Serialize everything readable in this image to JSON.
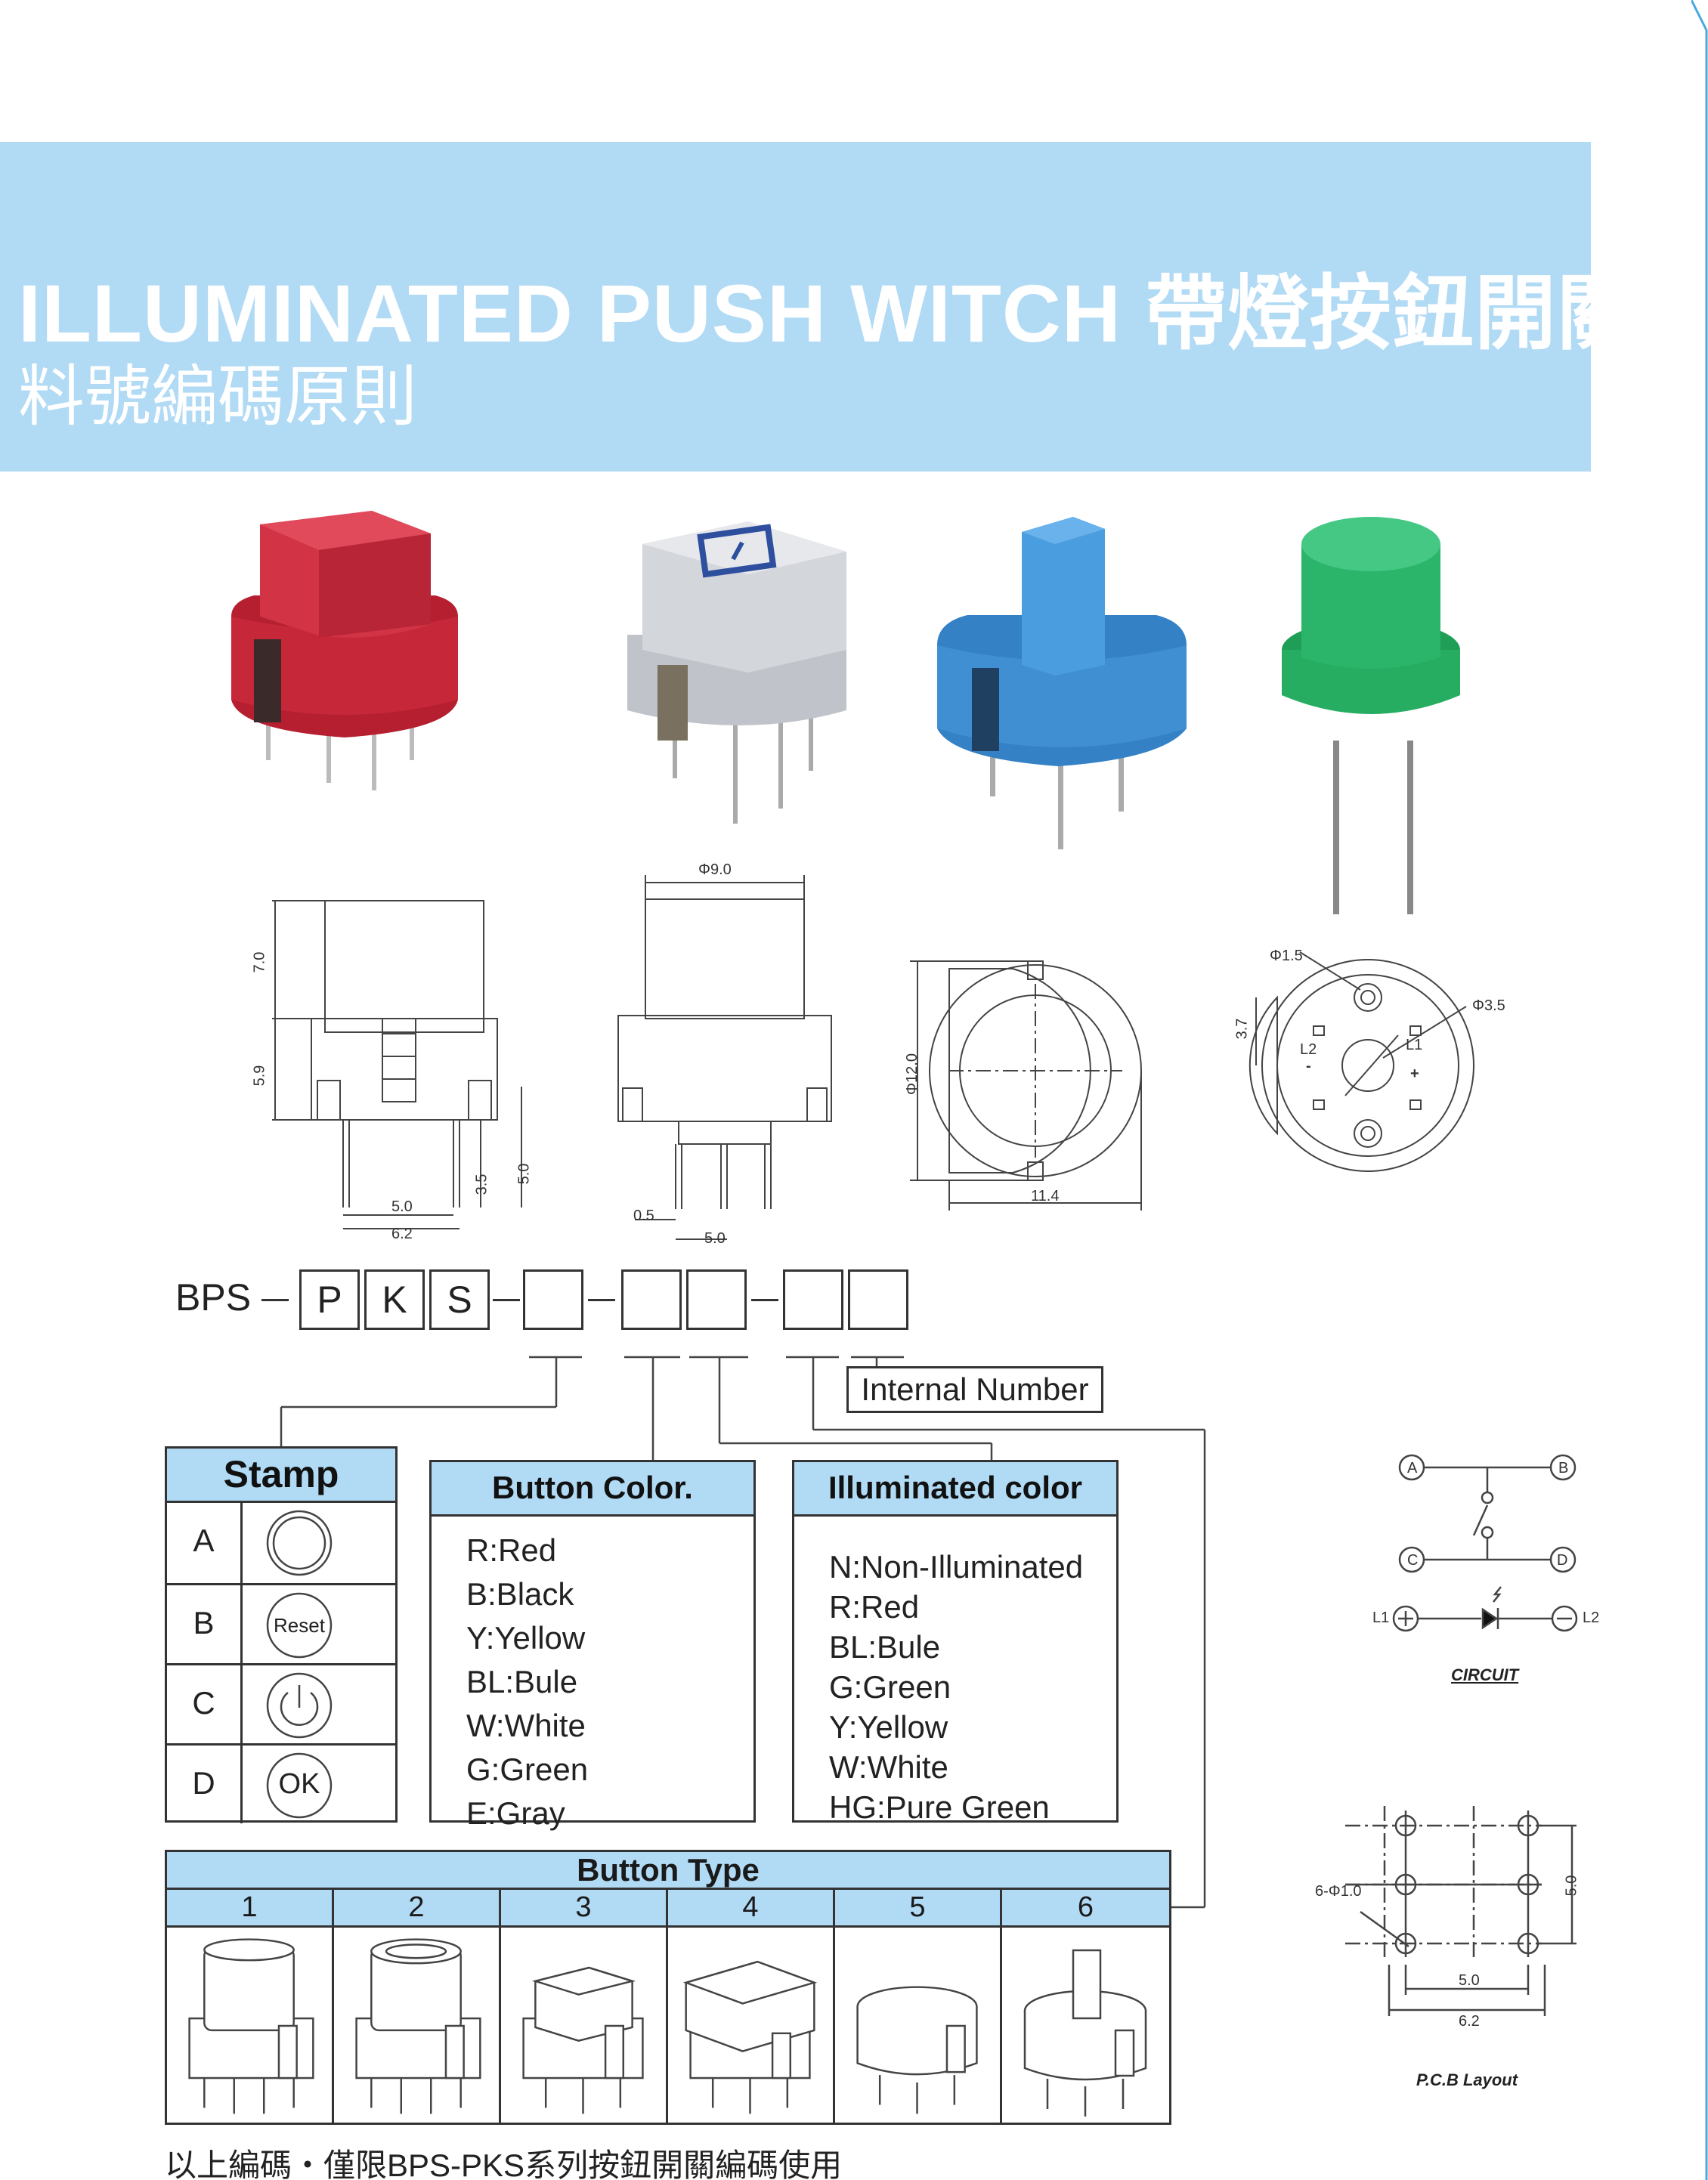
{
  "header": {
    "title_en": "ILLUMINATED PUSH WITCH 帶燈按鈕開關",
    "title_cn": "料號編碼原則"
  },
  "drawings": {
    "dims_side": [
      "7.0",
      "5.9",
      "3.5",
      "5.0",
      "5.0",
      "6.2"
    ],
    "dims_front": [
      "Φ9.0",
      "0.5",
      "5.0"
    ],
    "dims_top": [
      "Φ12.0",
      "11.4"
    ],
    "dims_bottom": [
      "Φ1.5",
      "Φ3.5",
      "3.7"
    ],
    "pole_labels": [
      "L2",
      "L1",
      "-",
      "+"
    ]
  },
  "part_number": {
    "prefix": "BPS",
    "fixed": [
      "P",
      "K",
      "S"
    ],
    "internal_number_label": "Internal Number"
  },
  "stamp": {
    "title": "Stamp",
    "rows": [
      {
        "letter": "A",
        "icon": "blank-circle-icon",
        "text": ""
      },
      {
        "letter": "B",
        "icon": "reset-icon",
        "text": "Reset"
      },
      {
        "letter": "C",
        "icon": "power-icon",
        "text": ""
      },
      {
        "letter": "D",
        "icon": "ok-icon",
        "text": "OK"
      }
    ]
  },
  "button_color": {
    "title": "Button Color.",
    "items": [
      "R:Red",
      "B:Black",
      "Y:Yellow",
      "BL:Bule",
      "W:White",
      "G:Green",
      "E:Gray"
    ]
  },
  "illuminated_color": {
    "title": "Illuminated color",
    "items": [
      "N:Non-Illuminated",
      "R:Red",
      "BL:Bule",
      "G:Green",
      "Y:Yellow",
      "W:White",
      "HG:Pure Green"
    ]
  },
  "button_type": {
    "title": "Button Type",
    "columns": [
      "1",
      "2",
      "3",
      "4",
      "5",
      "6"
    ]
  },
  "circuit": {
    "caption": "CIRCUIT",
    "nodes": [
      "A",
      "B",
      "C",
      "D"
    ],
    "pole_l1": "L1",
    "pole_l2": "L2"
  },
  "pcb": {
    "caption": "P.C.B Layout",
    "hole_label": "6-Φ1.0",
    "dims": [
      "5.0",
      "5.0",
      "6.2"
    ]
  },
  "footnote": "以上編碼・僅限BPS-PKS系列按鈕開關編碼使用",
  "colors": {
    "banner": "#b1daf5",
    "table_header": "#b1daf5",
    "edge_line": "#4aa8e0",
    "red_button": "#c6283a",
    "silver_button": "#c8ccd2",
    "blue_button": "#3f8fd2",
    "green_button": "#2ab56a"
  }
}
